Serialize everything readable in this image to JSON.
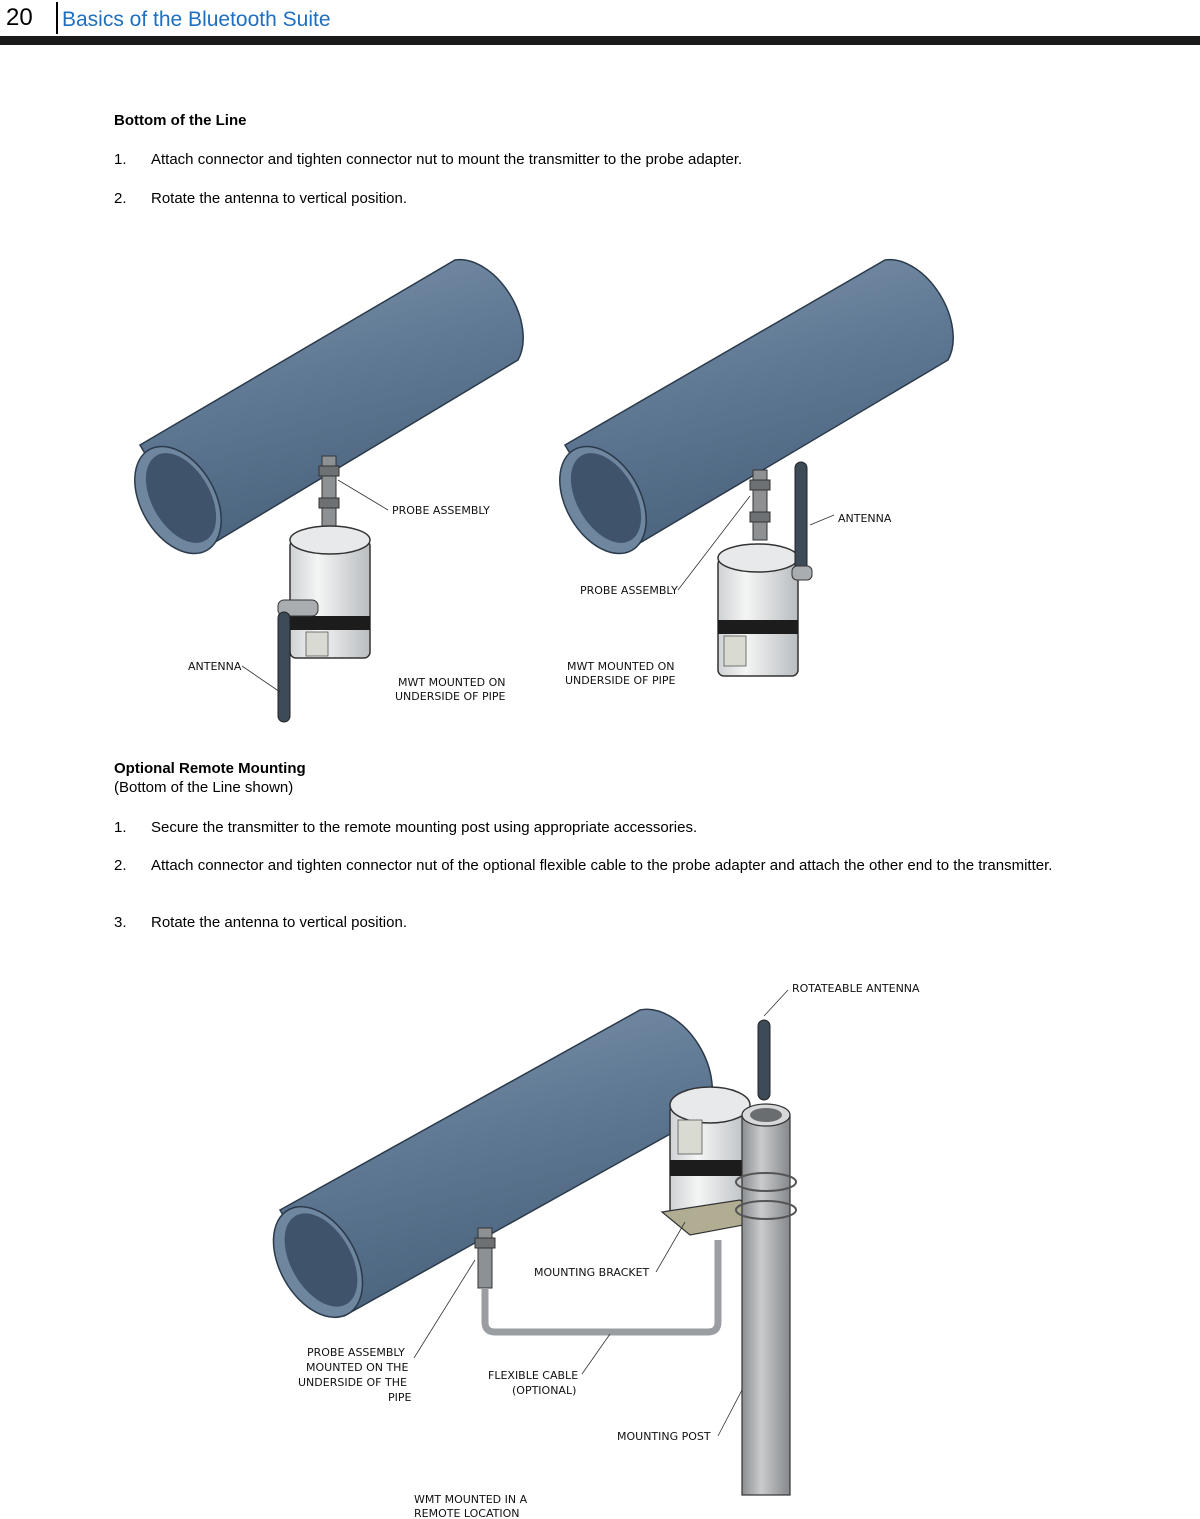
{
  "header": {
    "page_number": "20",
    "title": "Basics of the Bluetooth Suite"
  },
  "section1": {
    "heading": "Bottom of the Line",
    "steps": [
      {
        "num": "1.",
        "text": "Attach connector and tighten connector nut to mount the transmitter to the probe adapter."
      },
      {
        "num": "2.",
        "text": "Rotate the antenna to vertical position."
      }
    ]
  },
  "figure1": {
    "left": {
      "probe_label": "PROBE ASSEMBLY",
      "antenna_label": "ANTENNA",
      "caption_line1": "MWT MOUNTED ON",
      "caption_line2": "UNDERSIDE OF PIPE"
    },
    "right": {
      "antenna_label": "ANTENNA",
      "probe_label": "PROBE ASSEMBLY",
      "caption_line1": "MWT MOUNTED ON",
      "caption_line2": "UNDERSIDE OF PIPE"
    }
  },
  "section2": {
    "heading": "Optional Remote Mounting",
    "subheading": "(Bottom of the Line shown)",
    "steps": [
      {
        "num": "1.",
        "text": "Secure the transmitter to the remote mounting post using appropriate accessories."
      },
      {
        "num": "2.",
        "text": "Attach connector and tighten connector nut of the optional flexible cable to the probe adapter and attach the other end to the transmitter."
      },
      {
        "num": "3.",
        "text": "Rotate the antenna to vertical position."
      }
    ]
  },
  "figure2": {
    "antenna_label": "ROTATEABLE ANTENNA",
    "bracket_label": "MOUNTING BRACKET",
    "probe_line1": "PROBE ASSEMBLY",
    "probe_line2": "MOUNTED ON THE",
    "probe_line3": "UNDERSIDE OF THE",
    "probe_line4": "PIPE",
    "cable_line1": "FLEXIBLE CABLE",
    "cable_line2": "(OPTIONAL)",
    "post_label": "MOUNTING POST",
    "caption_line1": "WMT MOUNTED IN A",
    "caption_line2": "REMOTE LOCATION"
  }
}
